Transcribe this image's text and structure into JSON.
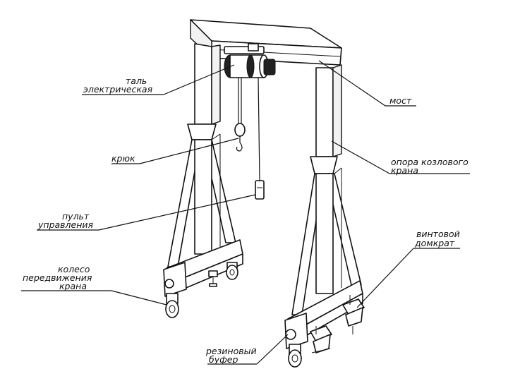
{
  "labels": {
    "hoist": [
      "таль",
      "электрическая"
    ],
    "bridge": [
      "мост"
    ],
    "hook": [
      "крюк"
    ],
    "pendant": [
      "пульт",
      "управления"
    ],
    "support": [
      "опора козлового",
      "крана"
    ],
    "jack": [
      "винтовой",
      "домкрат"
    ],
    "wheel": [
      "колесо",
      "передвижения",
      "крана"
    ],
    "buffer": [
      "резиновый",
      "буфер"
    ]
  }
}
